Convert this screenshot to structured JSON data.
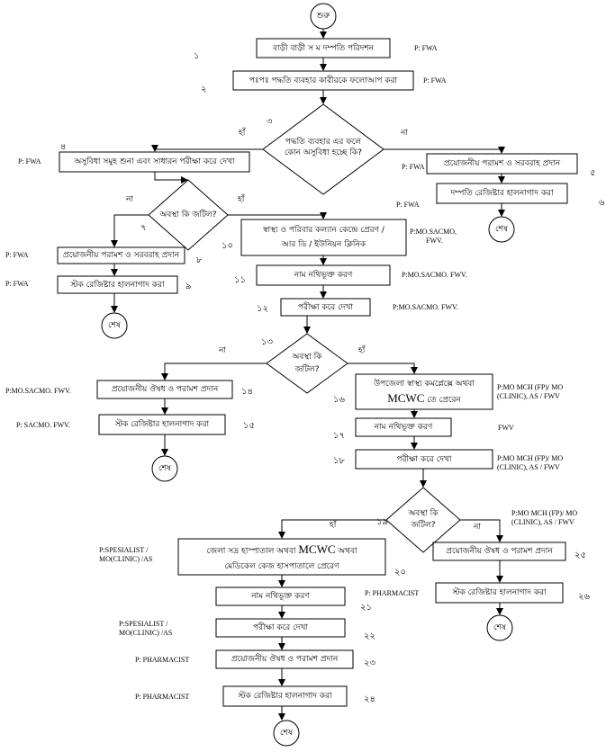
{
  "start": "শুরু",
  "end": "শেষ",
  "yes": "হাঁ",
  "no": "না",
  "steps": {
    "s1": "বাড়ী বাড়ী স ম দম্পতি পরিদশন",
    "s2": "পঃপঃ পদ্ধতি ব্যবহার কারীরকে ফলোআপ করা",
    "s3a": "পদ্ধতি ব্যবহার এর ফলে",
    "s3b": "কোন অসুবিধা হচ্ছে কি?",
    "s4": "অসুবিধা সমুহ শুনা এবং সাধারন পরীক্ষা করে দেখা",
    "s5": "প্রয়োজনীয় পরামশ ও সরবরাহ প্রদান",
    "s6": "দম্পতি রেজিষ্টার হালনাগাদ করা",
    "s7": "অবস্থা কি জটিল?",
    "s8": "প্রয়োজনীয় পরামশ ও সরবরাহ প্রদান",
    "s9": "স্টক রেজিষ্টার হালনাগাদ করা",
    "s10a": "স্বাস্থ্য ও পরিবার কল্যান কেন্দ্রে প্রেরণ /",
    "s10b": "আর ডি / ইউনিয়ন ক্লিনিক",
    "s11": "নাম নথিভূক্ত করণ",
    "s12": "পরীক্ষা করে দেখা",
    "s13a": "অবস্থা কি",
    "s13b": "জটিল?",
    "s14": "প্রয়োজনীয় ঔষধ ও পরামশ প্রদান",
    "s15": "স্টক রেজিষ্টার হালনাগাদ করা",
    "s16a": "উপজেলা স্বাস্থ্য কমপ্লেক্সে অথবা",
    "s16b_mcwc": "MCWC",
    "s16b_rest": " তে প্রেরেন",
    "s17": "নাম নথিভূক্ত করণ",
    "s18": "পরীক্ষা করে দেখা",
    "s19a": "অবস্থা কি",
    "s19b": "জটিল?",
    "s20a_pre": "জেলা সদ্র হাস্পাতাল অথবা ",
    "s20a_mcwc": "MCWC",
    "s20a_post": " অথবা",
    "s20b": "মেডিকেল কেজ হাসপাতালে প্রেরেণ",
    "s21": "নাম নথিভূক্ত করণ",
    "s22": "পরীক্ষা করে দেখা",
    "s23": "প্রয়োজনীয় ঔষধ ও পরামশ প্রদান",
    "s24": "স্টক রেজিষ্টার হালনাগাদ করা",
    "s25": "প্রয়োজনীয় ঔষধ ও পরামশ প্রদান",
    "s26": "স্টক রেজিষ্টার হালনাগাদ করা"
  },
  "numbers": {
    "n1": "১",
    "n2": "২",
    "n3": "৩",
    "n4": "৪",
    "n5": "৫",
    "n6": "৬",
    "n7": "৭",
    "n8": "৮",
    "n9": "৯",
    "n10": "১০",
    "n11": "১১",
    "n12": "১২",
    "n13": "১৩",
    "n14": "১৪",
    "n15": "১৫",
    "n16": "১৬",
    "n17": "১৭",
    "n18": "১৮",
    "n19": "১৯",
    "n20": "২০",
    "n21": "২১",
    "n22": "২২",
    "n23": "২৩",
    "n24": "২৪",
    "n25": "২৫",
    "n26": "২৬"
  },
  "responsible": {
    "r1": "P: FWA",
    "r2": "P: FWA",
    "r4": "P: FWA",
    "r5": "P: FWA",
    "r6": "P: FWA",
    "r8": "P: FWA",
    "r9": "P: FWA",
    "r10a": "P:MO.SACMO,",
    "r10b": "FWV.",
    "r11": "P:MO.SACMO. FWV.",
    "r12": "P:MO.SACMO. FWV.",
    "r14": "P:MO.SACMO. FWV.",
    "r15": "P: SACMO. FWV.",
    "r16a": "P:MO MCH (FP)/ MO",
    "r16b": "(CLINIC), AS / FWV",
    "r17": "FWV",
    "r18a": "P:MO MCH (FP)/ MO",
    "r18b": "(CLINIC), AS / FWV",
    "r19a": "P:MO MCH (FP)/ MO",
    "r19b": "(CLINIC), AS / FWV",
    "r20a": "P:SPESIALIST /",
    "r20b": "MO(CLINIC) /AS",
    "r21": "P: PHARMACIST",
    "r22a": "P:SPESIALIST /",
    "r22b": "MO(CLINIC) /AS",
    "r23": "P: PHARMACIST",
    "r24": "P: PHARMACIST"
  }
}
